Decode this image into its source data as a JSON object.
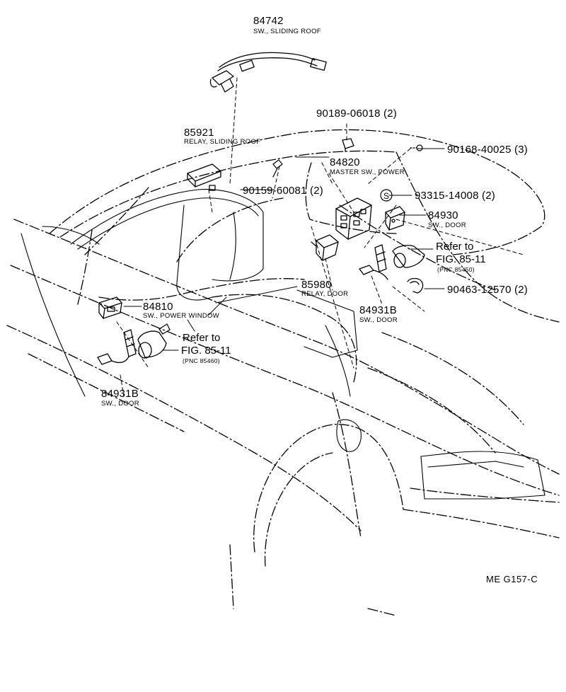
{
  "parts": [
    {
      "id": "p84742",
      "number": "84742",
      "desc": "SW., SLIDING ROOF"
    },
    {
      "id": "p85921",
      "number": "85921",
      "desc": "RELAY, SLIDING ROOF"
    },
    {
      "id": "p90189",
      "number": "90189-06018",
      "qty": "(2)"
    },
    {
      "id": "p90168",
      "number": "90168-40025",
      "qty": "(3)"
    },
    {
      "id": "p84820",
      "number": "84820",
      "desc": "MASTER SW., POWER"
    },
    {
      "id": "p90159",
      "number": "90159-60081",
      "qty": "(2)"
    },
    {
      "id": "p93315",
      "number": "93315-14008",
      "qty": "(2)",
      "symbol": "S"
    },
    {
      "id": "p84930",
      "number": "84930",
      "desc": "SW., DOOR"
    },
    {
      "id": "p85980",
      "number": "85980",
      "desc": "RELAY, DOOR"
    },
    {
      "id": "p90463",
      "number": "90463-12570",
      "qty": "(2)"
    },
    {
      "id": "p84931b_r",
      "number": "84931B",
      "desc": "SW., DOOR"
    },
    {
      "id": "p84810",
      "number": "84810",
      "desc": "SW., POWER WINDOW"
    },
    {
      "id": "p84931b_l",
      "number": "84931B",
      "desc": "SW., DOOR"
    }
  ],
  "references": [
    {
      "id": "ref_right",
      "line1": "Refer to",
      "line2": "FIG. 85-11",
      "pnc": "(PNC 85450)"
    },
    {
      "id": "ref_left",
      "line1": "Refer to",
      "line2": "FIG. 85-11",
      "pnc": "(PNC 85460)"
    }
  ],
  "diagram_code": "ME G157-C"
}
